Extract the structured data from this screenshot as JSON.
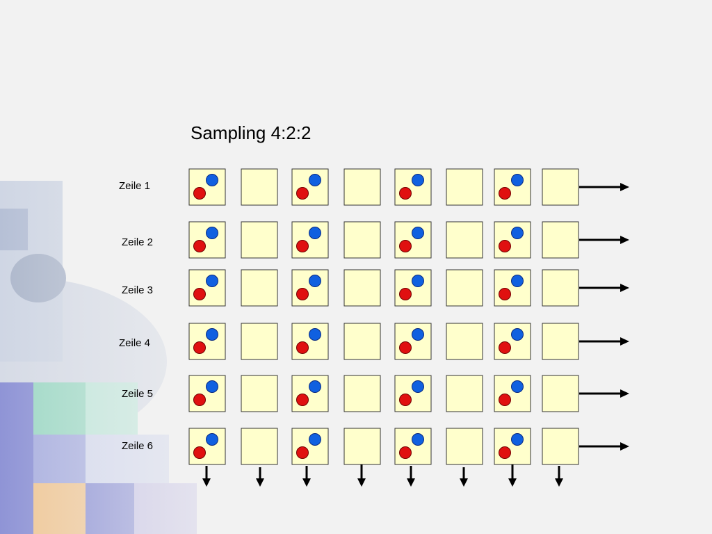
{
  "slide": {
    "title": "Sampling 4:2:2"
  },
  "colors": {
    "background": "#f2f2f2",
    "cell_fill": "#ffffcc",
    "cell_border": "#333333",
    "chroma_blue": "#1060e0",
    "chroma_red": "#e01010",
    "arrow": "#000000"
  },
  "rows": [
    {
      "label": "Zeile 1"
    },
    {
      "label": "Zeile 2"
    },
    {
      "label": "Zeile 3"
    },
    {
      "label": "Zeile 4"
    },
    {
      "label": "Zeile 5"
    },
    {
      "label": "Zeile 6"
    }
  ],
  "sampling": {
    "columns": 8,
    "chroma_columns": [
      true,
      false,
      true,
      false,
      true,
      false,
      true,
      false
    ]
  }
}
